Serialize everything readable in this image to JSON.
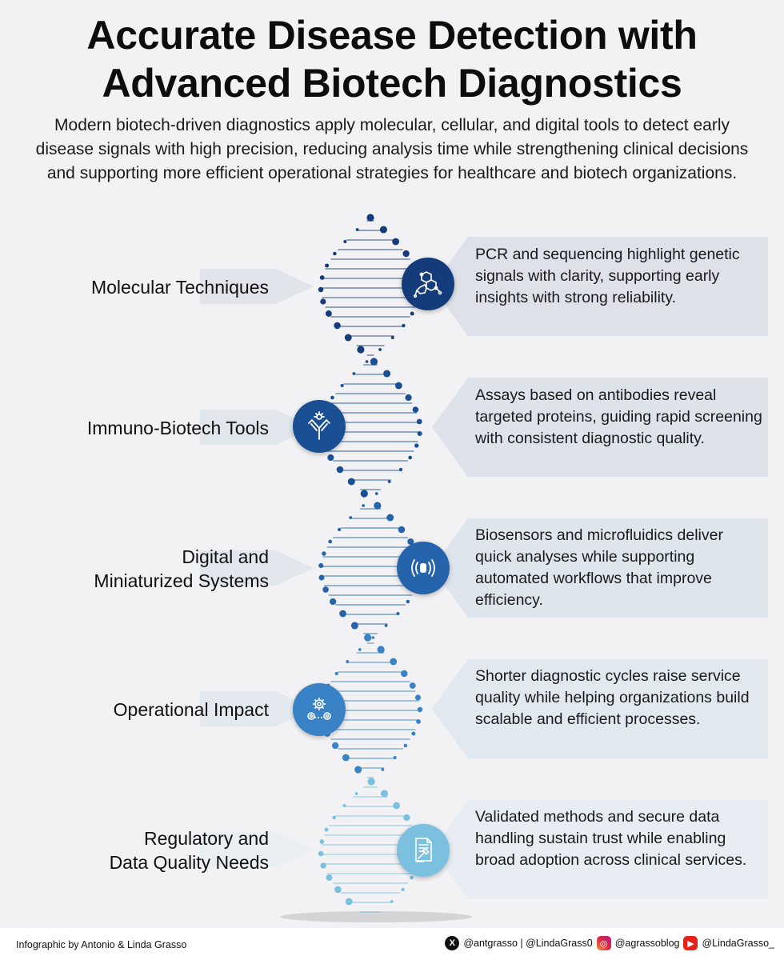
{
  "title": {
    "line1": "Accurate Disease Detection with",
    "line2": "Advanced Biotech Diagnostics"
  },
  "subtitle": "Modern biotech-driven diagnostics apply molecular, cellular, and digital tools to detect early disease signals with high precision, reducing analysis time while strengthening clinical decisions and supporting more efficient operational strategies for healthcare and biotech organizations.",
  "sections": [
    {
      "label_lines": [
        "Molecular Techniques"
      ],
      "icon": "molecule-icon",
      "icon_side": "right",
      "color": "#143c7a",
      "description": "PCR and sequencing highlight genetic signals with clarity, supporting early insights with strong reliability."
    },
    {
      "label_lines": [
        "Immuno-Biotech Tools"
      ],
      "icon": "antibody-icon",
      "icon_side": "left",
      "color": "#1a4f93",
      "description": "Assays based on antibodies reveal targeted proteins, guiding rapid screening with consistent diagnostic quality."
    },
    {
      "label_lines": [
        "Digital and",
        "Miniaturized Systems"
      ],
      "icon": "sensor-waves-icon",
      "icon_side": "right",
      "color": "#2563ab",
      "description": "Biosensors and microfluidics deliver quick analyses while supporting automated workflows that improve efficiency."
    },
    {
      "label_lines": [
        "Operational Impact"
      ],
      "icon": "gears-icon",
      "icon_side": "left",
      "color": "#3a82c6",
      "description": "Shorter diagnostic cycles raise service quality while helping organizations build scalable and efficient processes."
    },
    {
      "label_lines": [
        "Regulatory and",
        "Data Quality Needs"
      ],
      "icon": "document-gavel-icon",
      "icon_side": "right",
      "color": "#7cc0e0",
      "description": "Validated methods and secure data handling sustain trust while enabling broad adoption across clinical services."
    }
  ],
  "footer": {
    "credit": "Infographic by Antonio & Linda Grasso",
    "x_handles": "@antgrasso | @LindaGrass0",
    "instagram": "@agrassoblog",
    "youtube": "@LindaGrasso_"
  }
}
